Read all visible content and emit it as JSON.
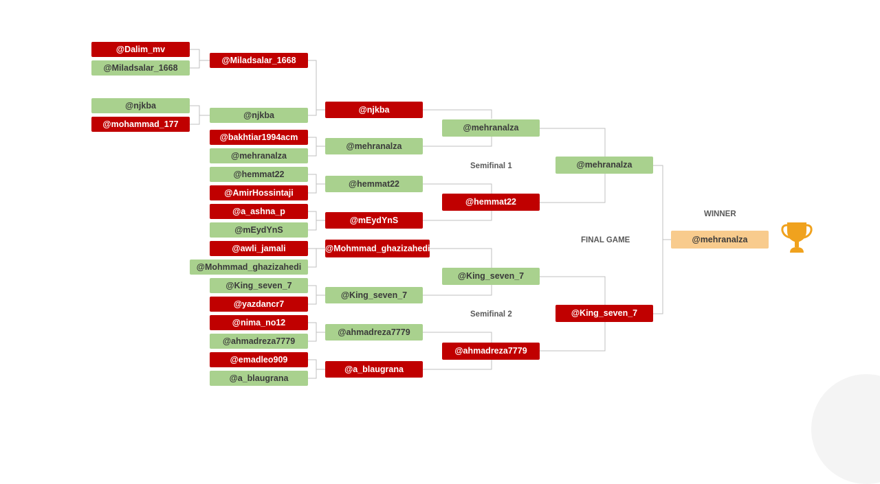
{
  "round1": [
    {
      "name": "@Dalim_mv",
      "status": "lost"
    },
    {
      "name": "@Miladsalar_1668",
      "status": "won"
    },
    {
      "name": "@njkba",
      "status": "won"
    },
    {
      "name": "@mohammad_177",
      "status": "lost"
    }
  ],
  "round2": [
    {
      "name": "@Miladsalar_1668",
      "status": "lost"
    },
    {
      "name": "@njkba",
      "status": "won"
    },
    {
      "name": "@bakhtiar1994acm",
      "status": "lost"
    },
    {
      "name": "@mehranalza",
      "status": "won"
    },
    {
      "name": "@hemmat22",
      "status": "won"
    },
    {
      "name": "@AmirHossintaji",
      "status": "lost"
    },
    {
      "name": "@a_ashna_p",
      "status": "lost"
    },
    {
      "name": "@mEydYnS",
      "status": "won"
    },
    {
      "name": "@awli_jamali",
      "status": "lost"
    },
    {
      "name": "@Mohmmad_ghazizahedi",
      "status": "won"
    },
    {
      "name": "@King_seven_7",
      "status": "won"
    },
    {
      "name": "@yazdancr7",
      "status": "lost"
    },
    {
      "name": "@nima_no12",
      "status": "lost"
    },
    {
      "name": "@ahmadreza7779",
      "status": "won"
    },
    {
      "name": "@emadleo909",
      "status": "lost"
    },
    {
      "name": "@a_blaugrana",
      "status": "won"
    }
  ],
  "round3": [
    {
      "name": "@njkba",
      "status": "lost"
    },
    {
      "name": "@mehranalza",
      "status": "won"
    },
    {
      "name": "@hemmat22",
      "status": "won"
    },
    {
      "name": "@mEydYnS",
      "status": "lost"
    },
    {
      "name": "@Mohmmad_ghazizahedi",
      "status": "lost"
    },
    {
      "name": "@King_seven_7",
      "status": "won"
    },
    {
      "name": "@ahmadreza7779",
      "status": "won"
    },
    {
      "name": "@a_blaugrana",
      "status": "lost"
    }
  ],
  "round4": [
    {
      "name": "@mehranalza",
      "status": "won"
    },
    {
      "name": "@hemmat22",
      "status": "lost"
    },
    {
      "name": "@King_seven_7",
      "status": "won"
    },
    {
      "name": "@ahmadreza7779",
      "status": "lost"
    }
  ],
  "round5": [
    {
      "name": "@mehranalza",
      "status": "won"
    },
    {
      "name": "@King_seven_7",
      "status": "lost"
    }
  ],
  "winner": {
    "name": "@mehranalza"
  },
  "labels": {
    "semifinal1": "Semifinal 1",
    "semifinal2": "Semifinal 2",
    "final_game": "FINAL GAME",
    "winner": "WINNER"
  },
  "colors": {
    "won": "#a9d18e",
    "lost": "#c00000",
    "winner": "#f8cb8d",
    "connector": "#bfbfbf",
    "trophy": "#f0a21e"
  }
}
